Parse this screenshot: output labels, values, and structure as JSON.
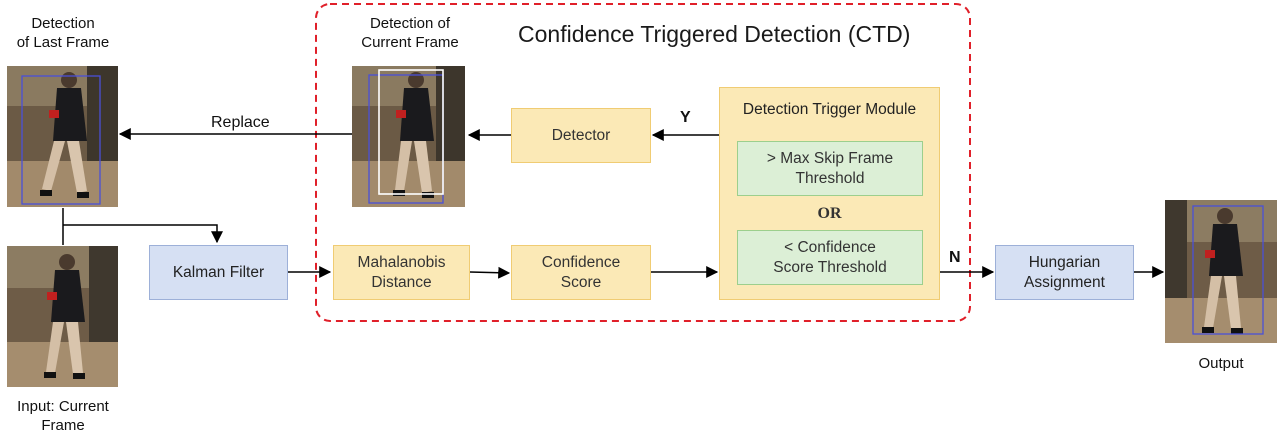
{
  "title": "Confidence Triggered Detection (CTD)",
  "labels": {
    "last_frame": [
      "Detection",
      "of Last Frame"
    ],
    "current_frame_detection": [
      "Detection of",
      "Current Frame"
    ],
    "input": [
      "Input: Current",
      "Frame"
    ],
    "output": "Output",
    "replace": "Replace",
    "yes": "Y",
    "no": "N",
    "or": "OR"
  },
  "boxes": {
    "kalman_filter": "Kalman Filter",
    "mahalanobis": [
      "Mahalanobis",
      "Distance"
    ],
    "confidence_score": [
      "Confidence",
      "Score"
    ],
    "detector": "Detector",
    "trigger_module": "Detection Trigger Module",
    "max_skip": [
      "> Max Skip Frame",
      "Threshold"
    ],
    "conf_threshold": [
      "< Confidence",
      "Score Threshold"
    ],
    "hungarian": [
      "Hungarian",
      "Assignment"
    ]
  },
  "colors": {
    "ctd_border": "#e0202a",
    "yellow_fill": "#fbe9b6",
    "blue_fill": "#d6e0f3",
    "green_fill": "#dcefd6",
    "bbox_blue": "#4a50d8",
    "bbox_white": "#ffffff"
  }
}
